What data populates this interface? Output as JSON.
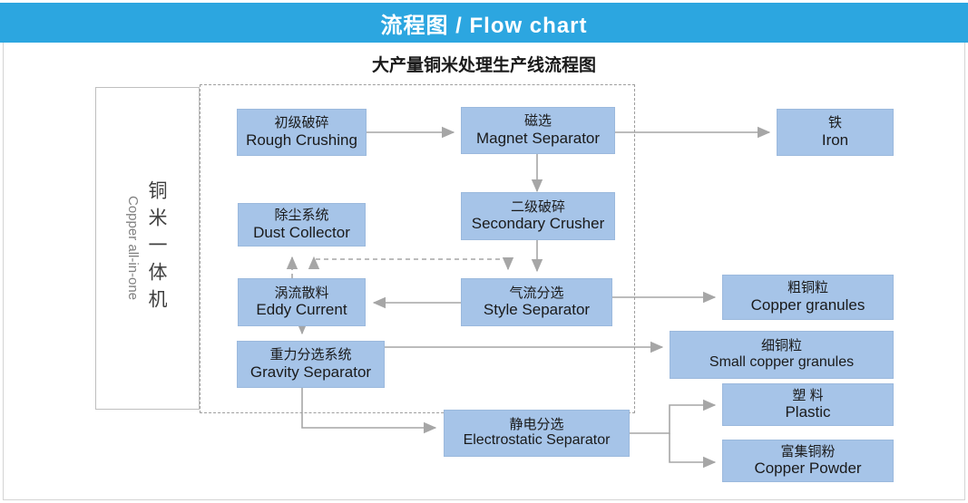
{
  "header": {
    "title": "流程图 / Flow chart"
  },
  "chart": {
    "title": "大产量铜米处理生产线流程图"
  },
  "machine": {
    "label_cn": "铜米一体机",
    "label_en": "Copper all-in-one"
  },
  "colors": {
    "header_blue": "#2ca6e0",
    "node_fill": "#a6c4e8",
    "node_border": "#9bb9dd",
    "wire": "#a6a6a6",
    "dashed_border": "#9e9e9e"
  },
  "chart_data": {
    "type": "diagram",
    "title": "大产量铜米处理生产线流程图",
    "nodes": [
      {
        "id": "rough_crushing",
        "cn": "初级破碎",
        "en": "Rough Crushing",
        "group": "process"
      },
      {
        "id": "magnet_separator",
        "cn": "磁选",
        "en": "Magnet Separator",
        "group": "process"
      },
      {
        "id": "iron",
        "cn": "铁",
        "en": "Iron",
        "group": "output"
      },
      {
        "id": "secondary_crusher",
        "cn": "二级破碎",
        "en": "Secondary Crusher",
        "group": "process"
      },
      {
        "id": "dust_collector",
        "cn": "除尘系统",
        "en": "Dust Collector",
        "group": "process"
      },
      {
        "id": "style_separator",
        "cn": "气流分选",
        "en": "Style Separator",
        "group": "process"
      },
      {
        "id": "eddy_current",
        "cn": "涡流散料",
        "en": "Eddy Current",
        "group": "process"
      },
      {
        "id": "copper_granules",
        "cn": "粗铜粒",
        "en": "Copper granules",
        "group": "output"
      },
      {
        "id": "gravity_separator",
        "cn": "重力分选系统",
        "en": "Gravity Separator",
        "group": "process"
      },
      {
        "id": "small_copper",
        "cn": "细铜粒",
        "en": "Small copper granules",
        "group": "output"
      },
      {
        "id": "electrostatic",
        "cn": "静电分选",
        "en": "Electrostatic Separator",
        "group": "process"
      },
      {
        "id": "plastic",
        "cn": "塑 料",
        "en": "Plastic",
        "group": "output"
      },
      {
        "id": "copper_powder",
        "cn": "富集铜粉",
        "en": "Copper Powder",
        "group": "output"
      }
    ],
    "edges": [
      {
        "from": "rough_crushing",
        "to": "magnet_separator",
        "style": "solid"
      },
      {
        "from": "magnet_separator",
        "to": "iron",
        "style": "solid"
      },
      {
        "from": "magnet_separator",
        "to": "secondary_crusher",
        "style": "solid"
      },
      {
        "from": "secondary_crusher",
        "to": "style_separator",
        "style": "solid"
      },
      {
        "from": "style_separator",
        "to": "eddy_current",
        "style": "solid"
      },
      {
        "from": "style_separator",
        "to": "copper_granules",
        "style": "solid"
      },
      {
        "from": "style_separator",
        "to": "dust_collector",
        "style": "dashed"
      },
      {
        "from": "eddy_current",
        "to": "dust_collector",
        "style": "dashed"
      },
      {
        "from": "eddy_current",
        "to": "gravity_separator",
        "style": "solid"
      },
      {
        "from": "gravity_separator",
        "to": "small_copper",
        "style": "solid"
      },
      {
        "from": "gravity_separator",
        "to": "electrostatic",
        "style": "solid"
      },
      {
        "from": "electrostatic",
        "to": "plastic",
        "style": "solid"
      },
      {
        "from": "electrostatic",
        "to": "copper_powder",
        "style": "solid"
      }
    ]
  }
}
